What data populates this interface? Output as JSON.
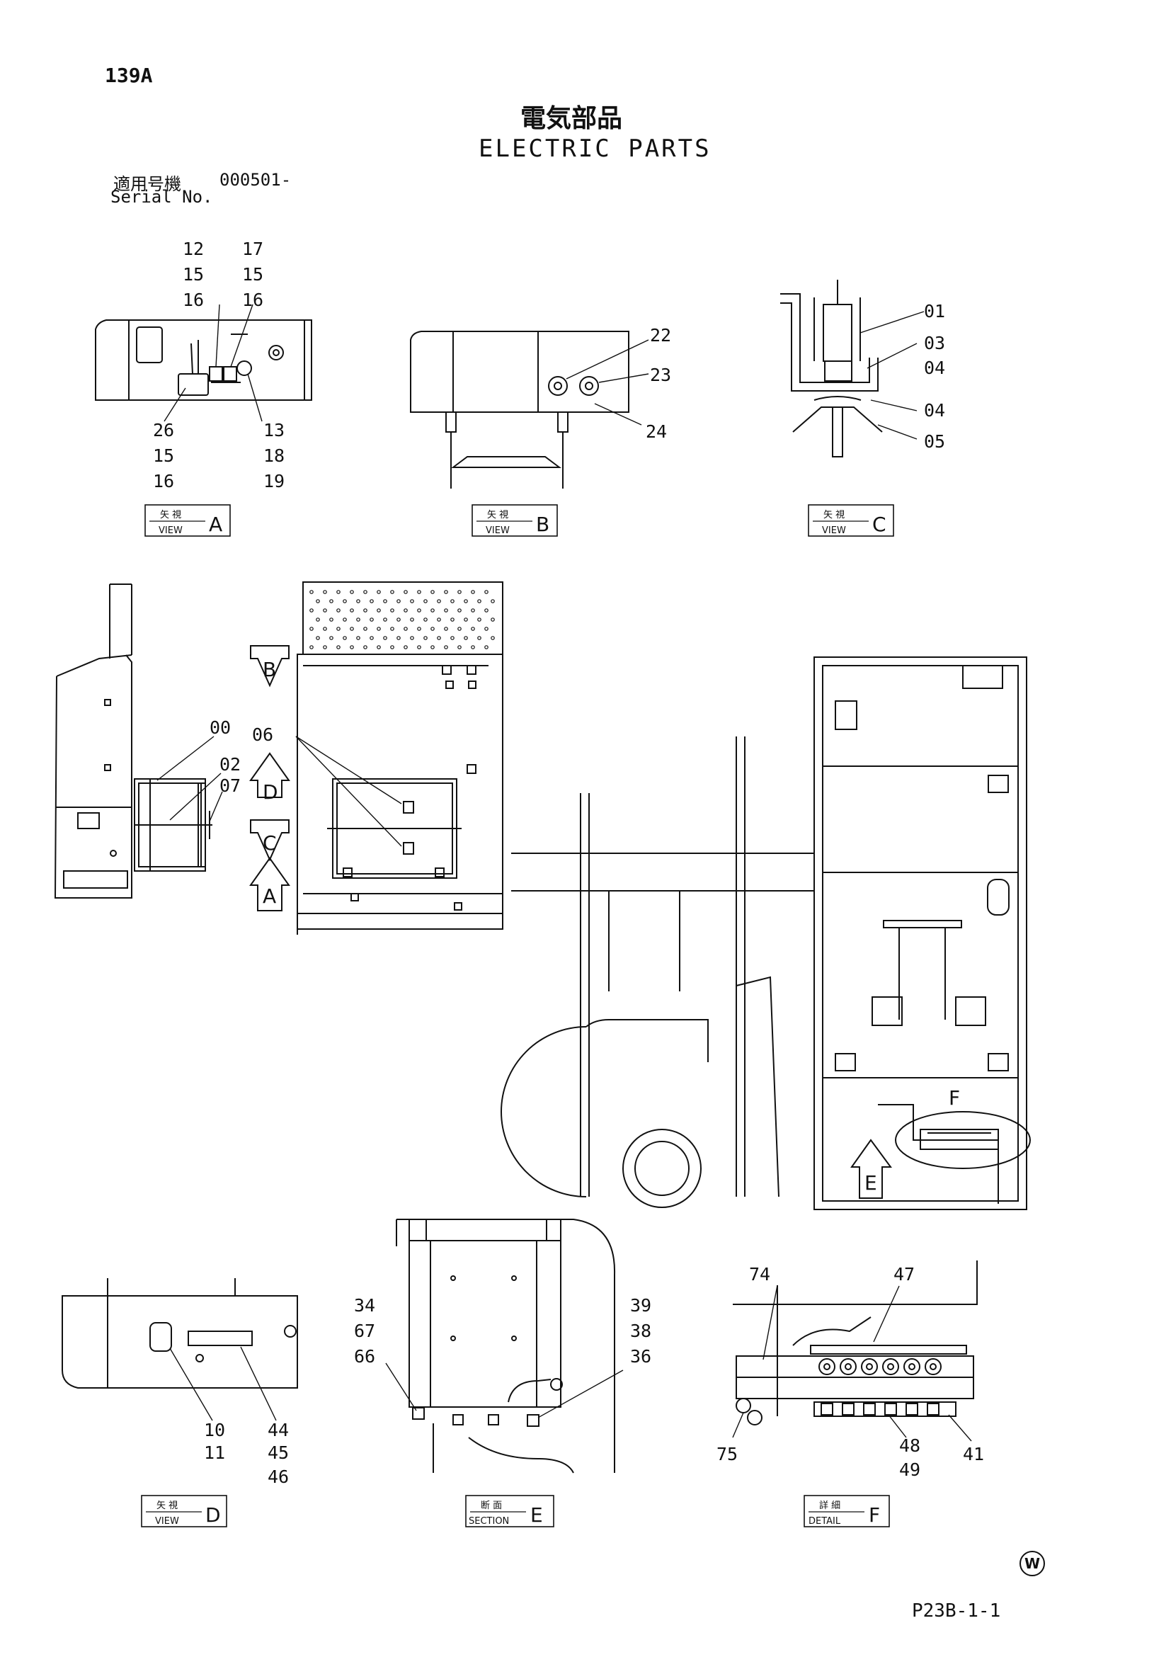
{
  "page_code": "139A",
  "title_jp": "電気部品",
  "title_en": "ELECTRIC PARTS",
  "serial_label_jp": "適用号機",
  "serial_value": "000501-",
  "serial_label_en": "Serial No.",
  "footer_code": "P23B-1-1",
  "footer_mark": "W",
  "views": {
    "a": {
      "tag_jp": "矢 視",
      "tag_en": "VIEW",
      "letter": "A",
      "callouts_top_left": [
        "12",
        "15",
        "16"
      ],
      "callouts_top_right": [
        "17",
        "15",
        "16"
      ],
      "callouts_bottom_left": [
        "26",
        "15",
        "16"
      ],
      "callouts_bottom_right": [
        "13",
        "18",
        "19"
      ]
    },
    "b": {
      "tag_jp": "矢 視",
      "tag_en": "VIEW",
      "letter": "B",
      "callouts": [
        "22",
        "23",
        "24"
      ]
    },
    "c": {
      "tag_jp": "矢 視",
      "tag_en": "VIEW",
      "letter": "C",
      "callouts": [
        "01",
        "03",
        "04",
        "04",
        "05"
      ]
    },
    "d": {
      "tag_jp": "矢 視",
      "tag_en": "VIEW",
      "letter": "D",
      "callouts_left": [
        "10",
        "11"
      ],
      "callouts_right": [
        "44",
        "45",
        "46"
      ]
    },
    "e": {
      "tag_jp": "断 面",
      "tag_en": "SECTION",
      "letter": "E",
      "callouts_left": [
        "34",
        "67",
        "66"
      ],
      "callouts_right": [
        "39",
        "38",
        "36"
      ]
    },
    "f": {
      "tag_jp": "詳 細",
      "tag_en": "DETAIL",
      "letter": "F",
      "callouts": {
        "top_left": "74",
        "top_right": "47",
        "bottom_left": "75",
        "bottom_mid": [
          "48",
          "49"
        ],
        "bottom_right": "41"
      }
    }
  },
  "main_view": {
    "callouts": [
      "00",
      "02",
      "07",
      "06"
    ],
    "direction_arrows": [
      "B",
      "D",
      "C",
      "A",
      "E",
      "F"
    ]
  }
}
